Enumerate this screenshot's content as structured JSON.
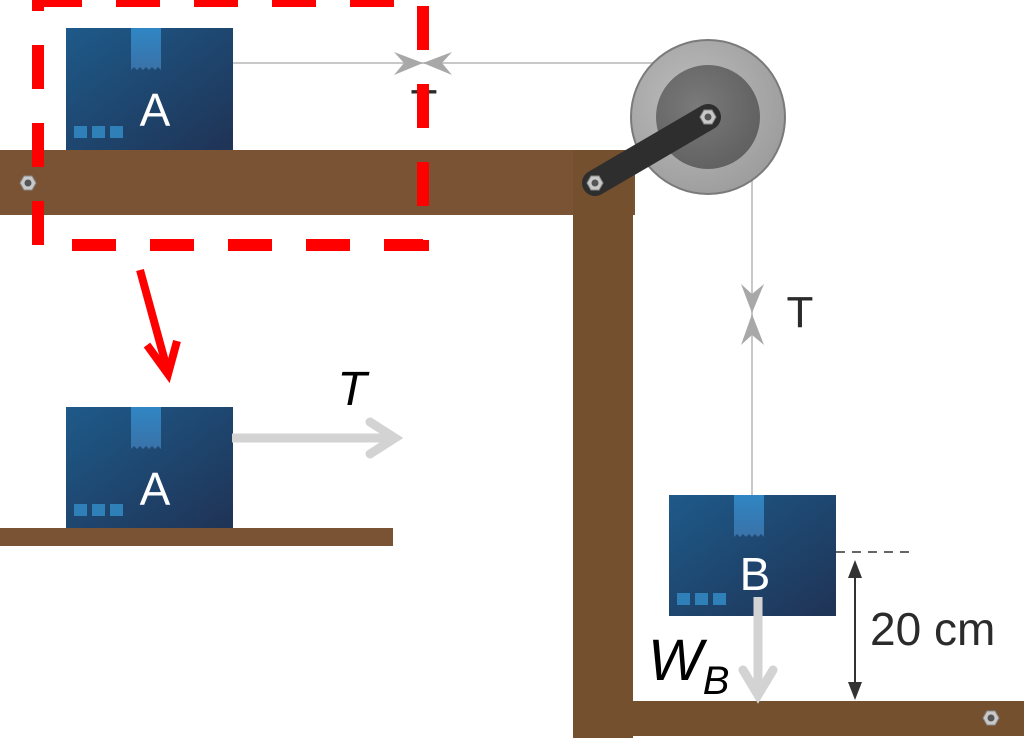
{
  "diagram": {
    "title": "Block A on table connected over pulley to hanging block B",
    "colors": {
      "wood": "#7a5334",
      "box_dark": "#1f3b5c",
      "box_light": "#1e5a8a",
      "tape": "#2f7fb8",
      "highlight_red": "#ff0000",
      "rope": "#c8c8c8",
      "force_arrow": "#d3d3d3",
      "pulley_outer": "#a9a9a9",
      "pulley_inner": "#6e6e6e",
      "crank": "#333333",
      "text_dark": "#2b2b2b"
    },
    "labels": {
      "box_a_top": "A",
      "box_a_fbd": "A",
      "box_b": "B",
      "tension_horizontal": "T",
      "tension_vertical": "T",
      "tension_fbd": "T",
      "weight_b_main": "W",
      "weight_b_sub": "B",
      "height": "20 cm"
    },
    "icons": {
      "pulley": "pulley-icon",
      "crank": "crank-arm-icon",
      "nut": "hex-nut-icon",
      "box": "package-box-icon"
    }
  }
}
